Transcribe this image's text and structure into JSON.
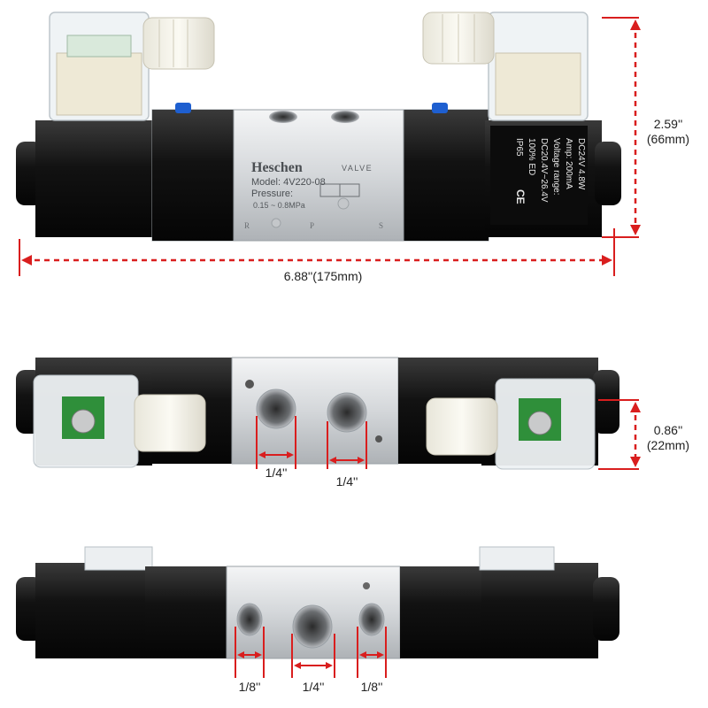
{
  "colors": {
    "dimension_line": "#d91e1e",
    "valve_body": "#d9dcdf",
    "solenoid": "#141414",
    "coil_cap": "#f2f0e4",
    "accent_blue": "#1e5fd0",
    "pcb_green": "#2f8f3a"
  },
  "valve_label": {
    "brand": "Heschen",
    "valve_word": "VALVE",
    "model": "Model: 4V220-08",
    "pressure_title": "Pressure:",
    "pressure_range": "0.15 ~ 0.8MPa",
    "port_r": "R",
    "port_p": "P",
    "port_s": "S"
  },
  "coil_label": {
    "lines": [
      "DC24V  4.8W",
      "Amp: 200mA",
      "Voltage range:",
      "DC20.4V~26.4V",
      "100% ED",
      "IP65"
    ],
    "ce_mark": "CE"
  },
  "dimensions": {
    "height": {
      "inches": "2.59''",
      "mm": "(66mm)"
    },
    "length": {
      "text": "6.88''(175mm)"
    },
    "depth": {
      "inches": "0.86''",
      "mm": "(22mm)"
    },
    "middle_ports": [
      "1/4''",
      "1/4''"
    ],
    "bottom_ports": [
      "1/8''",
      "1/4''",
      "1/8''"
    ]
  }
}
